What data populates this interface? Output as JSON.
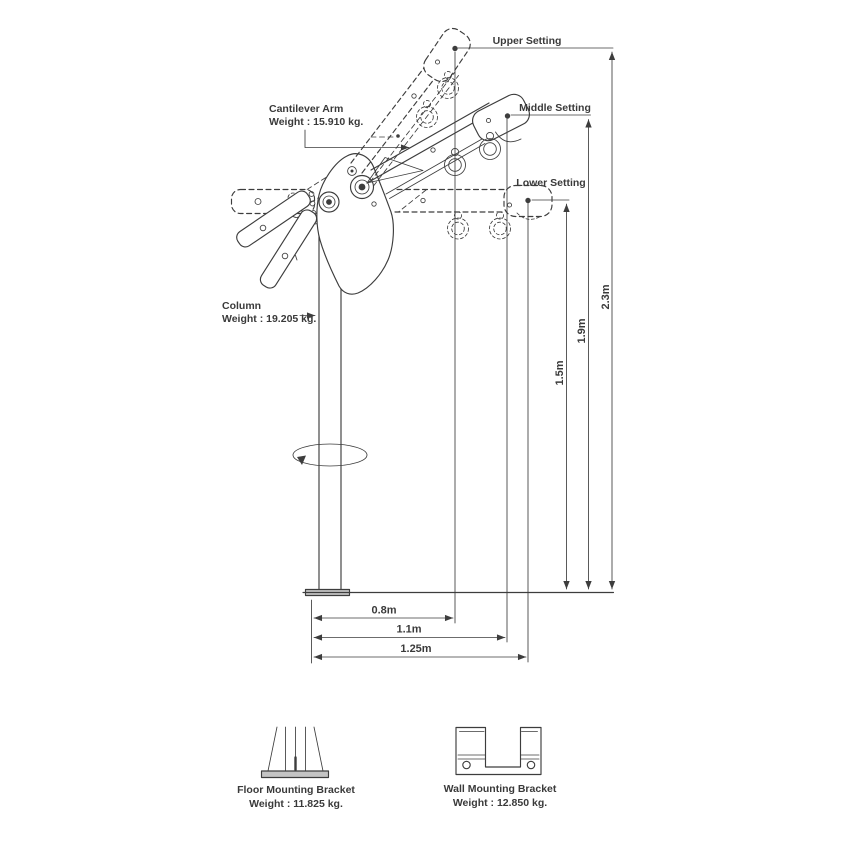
{
  "drawing": {
    "settings": [
      {
        "id": "upper",
        "label": "Upper Setting",
        "height": "2.3m",
        "reach": "0.8m"
      },
      {
        "id": "middle",
        "label": "Middle Setting",
        "height": "1.9m",
        "reach": "1.1m"
      },
      {
        "id": "lower",
        "label": "Lower Setting",
        "height": "1.5m",
        "reach": "1.25m"
      }
    ],
    "parts": {
      "cantilever_arm": {
        "label": "Cantilever Arm",
        "weight": "Weight : 15.910 kg."
      },
      "column": {
        "label": "Column",
        "weight": "Weight : 19.205 kg."
      },
      "floor_mounting_bracket": {
        "label": "Floor Mounting Bracket",
        "weight": "Weight : 11.825 kg."
      },
      "wall_mounting_bracket": {
        "label": "Wall Mounting Bracket",
        "weight": "Weight : 12.850 kg."
      }
    },
    "colors": {
      "ink": "#3d3d3d",
      "paper": "#ffffff",
      "plate_fill": "#c4c4c4"
    }
  }
}
